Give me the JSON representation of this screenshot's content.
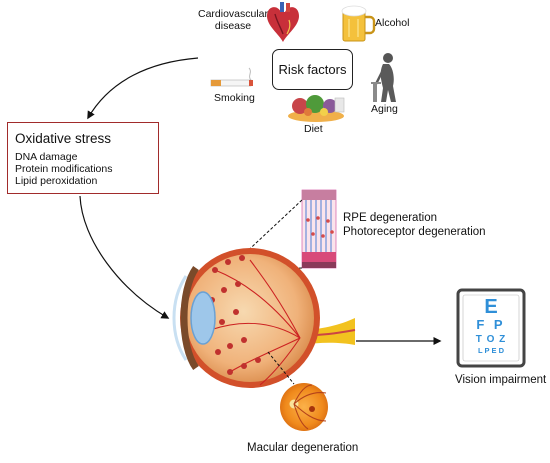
{
  "risk_factors": {
    "title": "Risk factors",
    "cardiovascular": "Cardiovascular disease",
    "cardiovascular_line1": "Cardiovascular",
    "cardiovascular_line2": "disease",
    "alcohol": "Alcohol",
    "smoking": "Smoking",
    "aging": "Aging",
    "diet": "Diet"
  },
  "oxidative_stress": {
    "title": "Oxidative stress",
    "items": [
      "DNA damage",
      "Protein modifications",
      "Lipid peroxidation"
    ]
  },
  "retina_effects": [
    "RPE degeneration",
    "Photoreceptor degeneration"
  ],
  "outcomes": {
    "macular": "Macular degeneration",
    "vision": "Vision impairment"
  },
  "eye_chart": {
    "rows": [
      "E",
      "F P",
      "T O Z",
      "L P E D"
    ]
  },
  "colors": {
    "box_border": "#a12b2b",
    "lightning": "#a82626",
    "eye_chart_letters": "#2f8fd8"
  },
  "icons": [
    "heart-icon",
    "beer-mug-icon",
    "cigarette-icon",
    "elderly-person-icon",
    "food-icon",
    "lightning-icon",
    "eye-icon",
    "retina-layers-icon",
    "fundus-icon",
    "eye-chart-icon"
  ]
}
